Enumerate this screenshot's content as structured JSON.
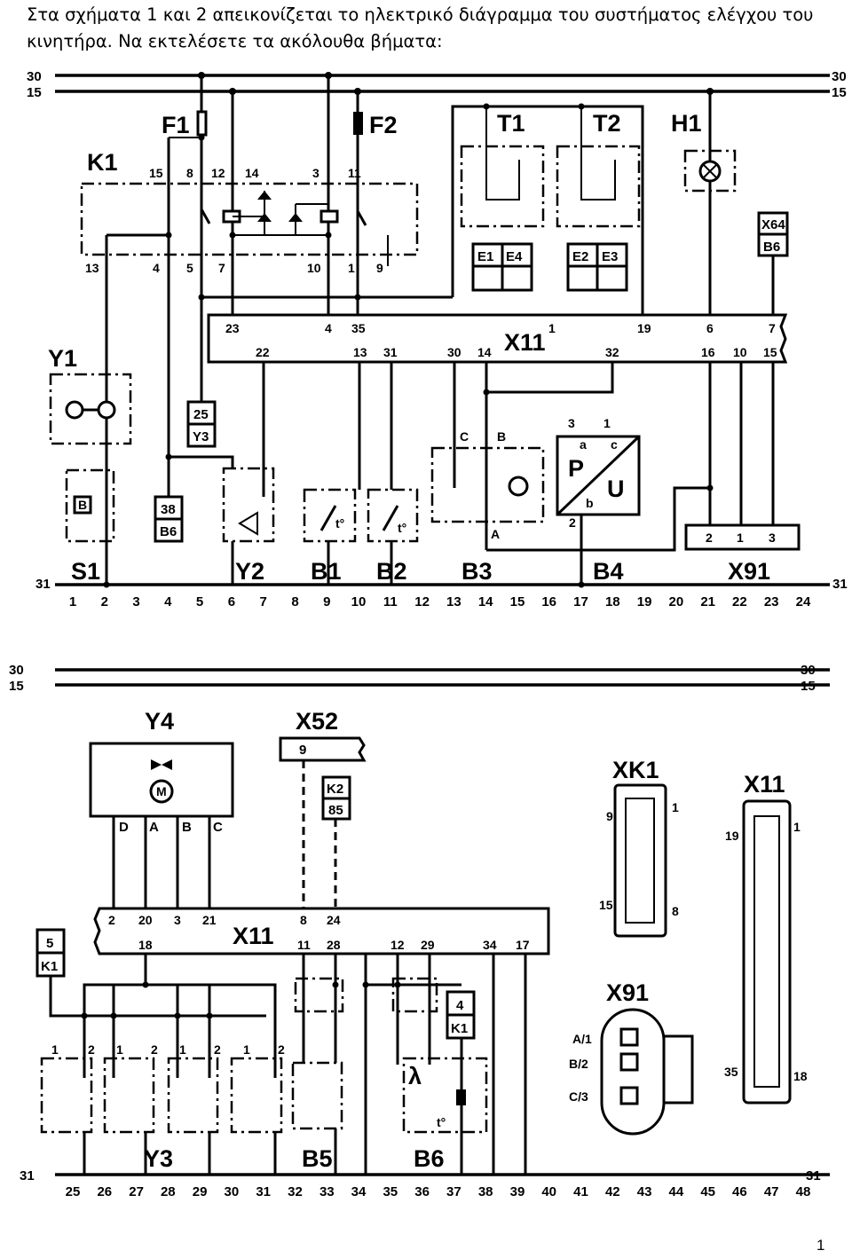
{
  "intro_text": "Στα σχήματα 1 και 2 απεικονίζεται το ηλεκτρικό διάγραμμα του συστήματος ελέγχου του κινητήρα. Να εκτελέσετε τα ακόλουθα βήματα:",
  "page_number": "1",
  "bus": {
    "top": "30",
    "second": "15",
    "ground": "31"
  },
  "diagram1": {
    "components": {
      "K1": "K1",
      "F1": "F1",
      "F2": "F2",
      "T1": "T1",
      "T2": "T2",
      "H1": "H1",
      "Y1": "Y1",
      "X11": "X11",
      "S1": "S1",
      "Y2": "Y2",
      "B1": "B1",
      "B2": "B2",
      "B3": "B3",
      "B4": "B4",
      "X91": "X91"
    },
    "k1_top_pins": [
      "15",
      "8",
      "12",
      "14",
      "3",
      "11"
    ],
    "k1_bottom_pins": [
      "13",
      "4",
      "5",
      "7",
      "10",
      "1",
      "9"
    ],
    "x11_top_pins": [
      "23",
      "4",
      "35",
      "1",
      "19",
      "6",
      "7"
    ],
    "x11_bottom_pins": [
      "22",
      "13",
      "31",
      "30",
      "14",
      "32",
      "16",
      "10",
      "15"
    ],
    "injectors": [
      "E1",
      "E4",
      "E2",
      "E3"
    ],
    "tags": {
      "x64": "X64",
      "b6a": "B6",
      "n25": "25",
      "y3": "Y3",
      "n38": "38",
      "b6b": "B6",
      "s1box": "B"
    },
    "b3_pins": {
      "c": "C",
      "b": "B",
      "a": "A"
    },
    "b4_pins": {
      "p3": "3",
      "p1": "1",
      "pa": "a",
      "pc": "c",
      "pb": "b",
      "p2": "2",
      "P": "P",
      "U": "U"
    },
    "x91_pins": [
      "2",
      "1",
      "3"
    ],
    "sensor_sym": {
      "b1": "t°",
      "b2": "t°"
    },
    "path_numbers": [
      "1",
      "2",
      "3",
      "4",
      "5",
      "6",
      "7",
      "8",
      "9",
      "10",
      "11",
      "12",
      "13",
      "14",
      "15",
      "16",
      "17",
      "18",
      "19",
      "20",
      "21",
      "22",
      "23",
      "24"
    ]
  },
  "diagram2": {
    "components": {
      "Y4": "Y4",
      "X52": "X52",
      "X11": "X11",
      "XK1": "XK1",
      "X11c": "X11",
      "X91": "X91",
      "Y3": "Y3",
      "B5": "B5",
      "B6": "B6"
    },
    "x52_pin": "9",
    "k2_tag": {
      "top": "K2",
      "bottom": "85"
    },
    "y4_pins": [
      "D",
      "A",
      "B",
      "C"
    ],
    "x11_top_pins": [
      "2",
      "20",
      "3",
      "21",
      "8",
      "24"
    ],
    "x11_bottom_pins": [
      "18",
      "11",
      "28",
      "12",
      "29",
      "34",
      "17"
    ],
    "k1_tag_left": {
      "top": "5",
      "bottom": "K1"
    },
    "k1_tag_right": {
      "top": "4",
      "bottom": "K1"
    },
    "valve_pins": [
      "1",
      "2"
    ],
    "lambda_sym": "λ",
    "temp_sym": "t°",
    "xk1_pins": {
      "tl": "9",
      "tr": "1",
      "bl": "15",
      "br": "8"
    },
    "x11c_pins": {
      "tl": "19",
      "tr": "1",
      "bl": "35",
      "br": "18"
    },
    "x91c_pins": [
      "A/1",
      "B/2",
      "C/3"
    ],
    "path_numbers": [
      "25",
      "26",
      "27",
      "28",
      "29",
      "30",
      "31",
      "32",
      "33",
      "34",
      "35",
      "36",
      "37",
      "38",
      "39",
      "40",
      "41",
      "42",
      "43",
      "44",
      "45",
      "46",
      "47",
      "48"
    ]
  }
}
